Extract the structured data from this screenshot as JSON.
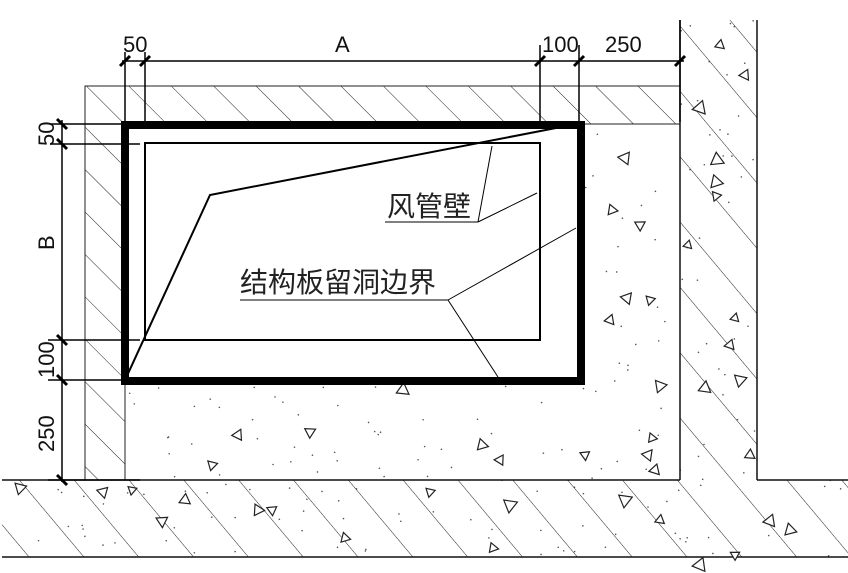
{
  "drawing": {
    "dimensions_top": {
      "left_gap": "50",
      "width": "A",
      "duct_gap": "100",
      "edge_gap": "250"
    },
    "dimensions_left": {
      "top_gap": "50",
      "height": "B",
      "duct_gap": "100",
      "edge_gap": "250"
    },
    "labels": {
      "duct_wall": "风管壁",
      "opening_boundary": "结构板留洞边界"
    },
    "colors": {
      "line": "#000000",
      "background": "#ffffff"
    }
  }
}
